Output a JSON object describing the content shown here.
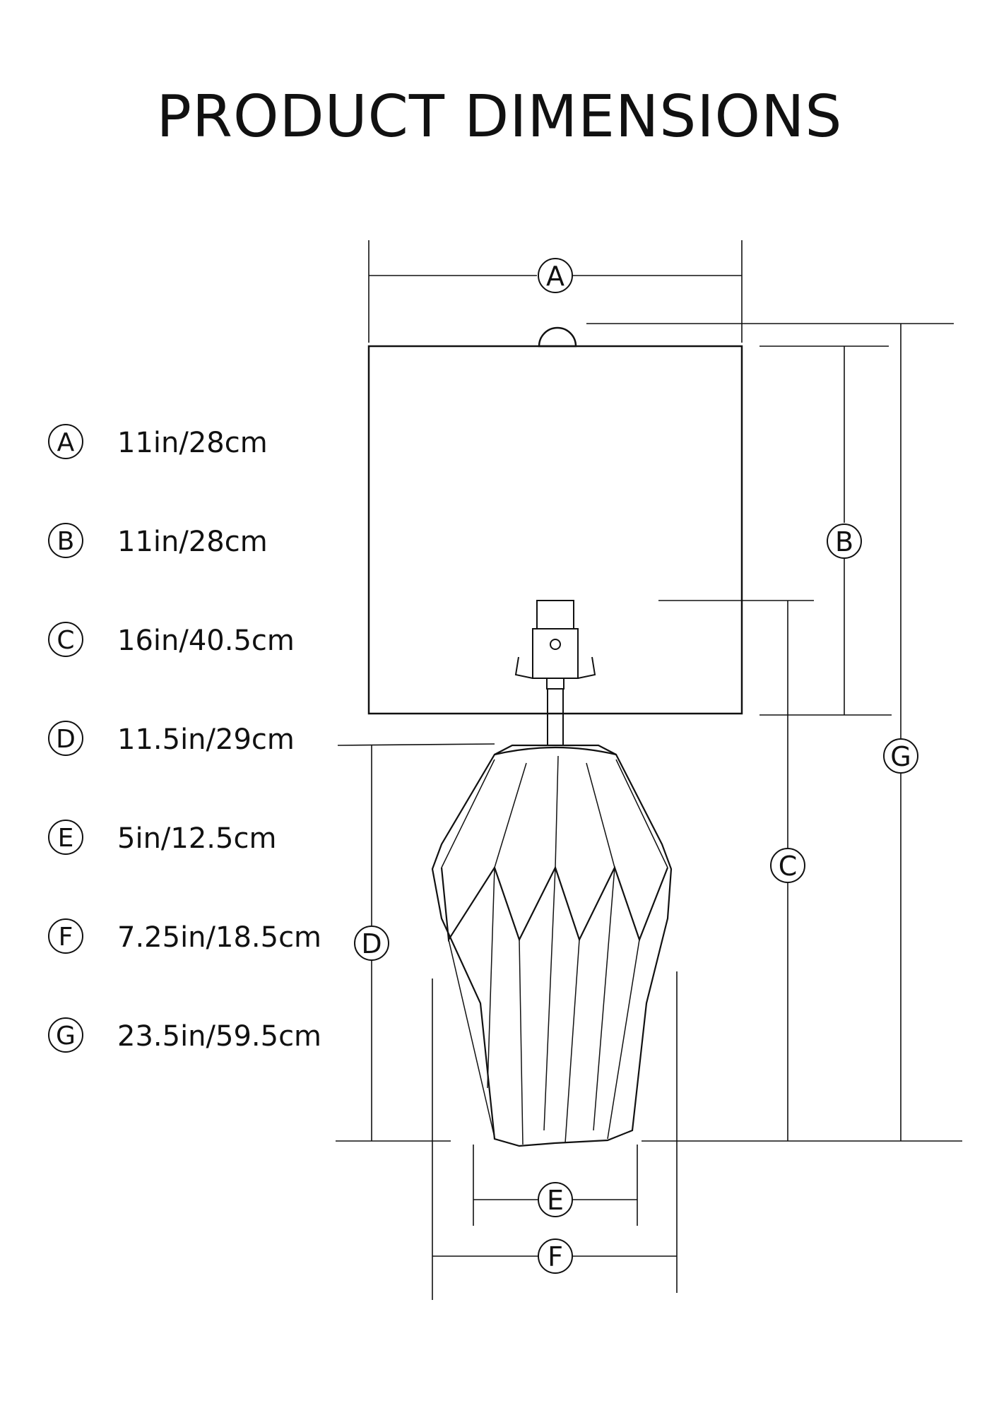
{
  "title": "PRODUCT DIMENSIONS",
  "legend": [
    {
      "label": "A",
      "value": "11in/28cm"
    },
    {
      "label": "B",
      "value": "11in/28cm"
    },
    {
      "label": "C",
      "value": "16in/40.5cm"
    },
    {
      "label": "D",
      "value": "11.5in/29cm"
    },
    {
      "label": "E",
      "value": "5in/12.5cm"
    },
    {
      "label": "F",
      "value": "7.25in/18.5cm"
    },
    {
      "label": "G",
      "value": "23.5in/59.5cm"
    }
  ],
  "callouts": {
    "a": "A",
    "b": "B",
    "c": "C",
    "d": "D",
    "e": "E",
    "f": "F",
    "g": "G"
  },
  "colors": {
    "line": "#111111",
    "background": "#ffffff"
  }
}
